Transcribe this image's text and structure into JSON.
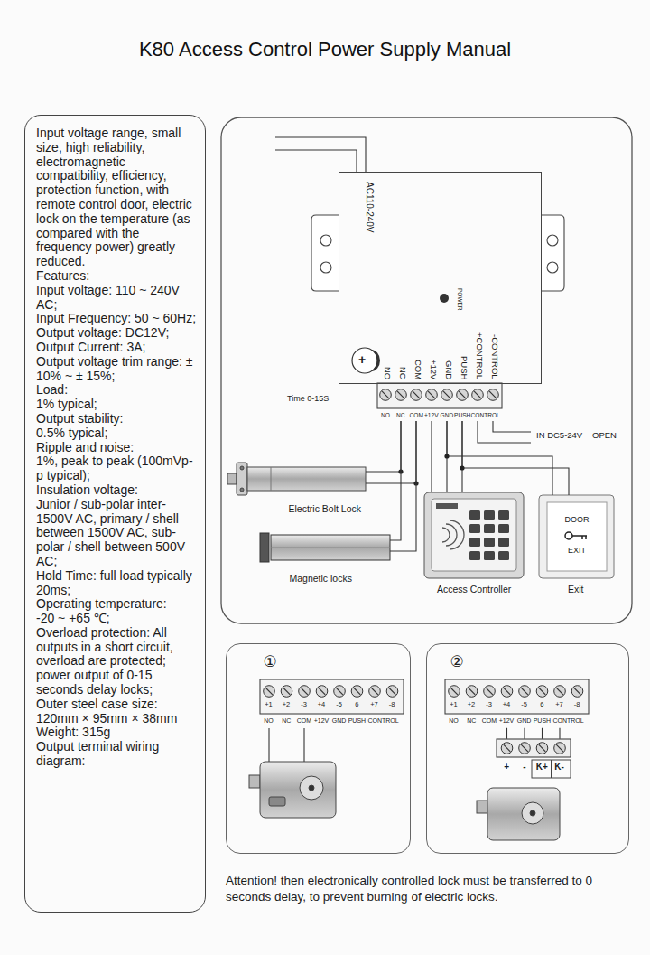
{
  "diagram": {
    "title": "K80 Access Control Power Supply Manual",
    "nodes": [
      {
        "text": [
          "Input voltage range, small size, high reliability, electromagnetic compatibility, efficiency, protection function, with remote control door, electric lock on the temperature (as compared with the frequency power) greatly reduced.",
          "Features:",
          "Input voltage: 110 ~ 240V AC;",
          "Input Frequency: 50 ~ 60Hz;",
          "Output voltage: DC12V;",
          "Output Current: 3A;",
          "Output voltage trim range: ± 10% ~ ± 15%;",
          "Load:",
          "1% typical;",
          "Output stability:",
          "0.5% typical;",
          "Ripple and noise:",
          "1%, peak to peak (100mVp-p typical);",
          "Insulation voltage:",
          "Junior / sub-polar inter-1500V AC, primary / shell between 1500V AC, sub-polar / shell between 500V AC;",
          "Hold Time: full load typically 20ms;",
          "Operating temperature:",
          "-20 ~ +65 ℃;",
          "Overload protection: All outputs in a short circuit, overload are protected; power output of 0-15 seconds delay locks;",
          "Outer steel case size:",
          "120mm × 95mm × 38mm",
          "Weight: 315g",
          "Output terminal wiring diagram:"
        ]
      },
      {
        "text": [
          "AC110-240V",
          "POWER",
          "NO",
          "NC",
          "COM",
          "+12V",
          "GND",
          "PUSH",
          "+CONTROL",
          "-CONTROL"
        ]
      },
      {
        "text": [
          "NO",
          "NC",
          "COM",
          "+12V",
          "GND",
          "PUSH",
          "CONTROL"
        ]
      },
      {
        "text": [
          "Electric Bolt Lock"
        ]
      },
      {
        "text": [
          "Magnetic locks"
        ]
      },
      {
        "text": [
          "Access Controller"
        ]
      },
      {
        "text": [
          "DOOR",
          "EXIT",
          "Exit"
        ]
      },
      {
        "text": [
          "①"
        ]
      },
      {
        "text": [
          "+1",
          "+2",
          "-3",
          "+4",
          "-5",
          "6",
          "+7",
          "-8",
          "NO",
          "NC",
          "COM",
          "+12V",
          "GND",
          "PUSH",
          "CONTROL"
        ],
        "in": 7
      },
      {
        "text": [
          "②"
        ]
      },
      {
        "text": [
          "+1",
          "+2",
          "-3",
          "+4",
          "-5",
          "6",
          "+7",
          "-8",
          "NO",
          "NC",
          "COM",
          "+12V",
          "GND",
          "PUSH",
          "CONTROL"
        ],
        "in": 9
      },
      {
        "text": [
          "+",
          "-",
          "K+",
          "K-"
        ],
        "in": 9
      }
    ],
    "edges": [
      {
        "from": 2,
        "to": 3,
        "arrow": "none"
      },
      {
        "from": 2,
        "to": 4,
        "arrow": "none"
      },
      {
        "from": 2,
        "to": 5,
        "arrow": "none"
      },
      {
        "from": 2,
        "to": 6,
        "arrow": "none"
      },
      {
        "from": 10,
        "to": 11,
        "arrow": "none"
      }
    ],
    "labels": [
      "+",
      "Time 0-15S",
      "IN DC5-24V",
      "OPEN",
      "Attention! then electronically controlled lock must be transferred to 0 seconds delay, to prevent burning of electric locks."
    ]
  }
}
